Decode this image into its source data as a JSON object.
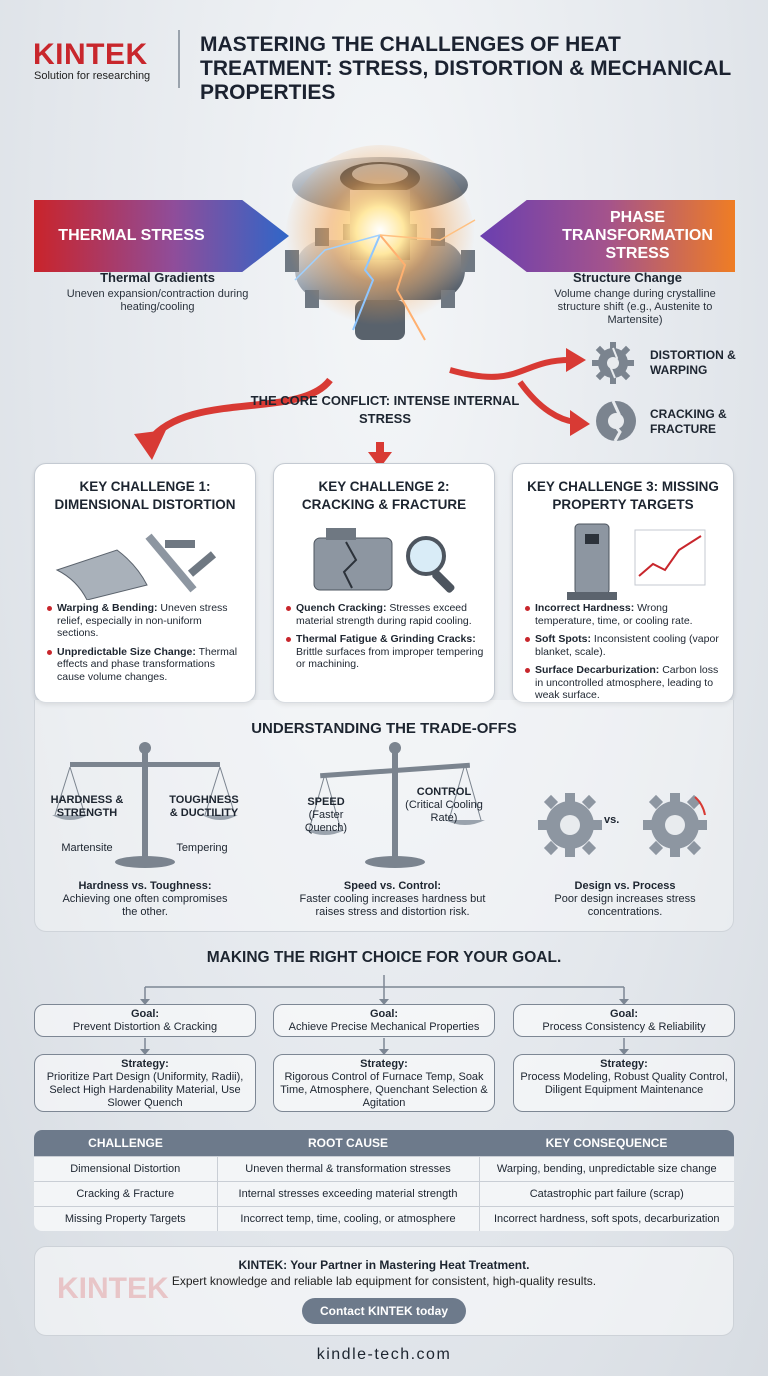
{
  "header": {
    "logo": "KINTEK",
    "tagline": "Solution for researching",
    "title": "MASTERING THE CHALLENGES OF HEAT TREATMENT: STRESS, DISTORTION & MECHANICAL PROPERTIES"
  },
  "hero": {
    "thermal_arrow": "THERMAL STRESS",
    "thermal_heading": "Thermal Gradients",
    "thermal_text": "Uneven expansion/contraction during heating/cooling",
    "phase_arrow": "PHASE TRANSFORMATION STRESS",
    "phase_heading": "Structure Change",
    "phase_text": "Volume change during crystalline structure shift (e.g., Austenite to Martensite)",
    "core_conflict": "THE CORE CONFLICT: INTENSE INTERNAL STRESS",
    "effect_distortion": "DISTORTION & WARPING",
    "effect_cracking": "CRACKING & FRACTURE"
  },
  "challenges": [
    {
      "title": "KEY CHALLENGE 1: DIMENSIONAL DISTORTION",
      "items": [
        {
          "bold": "Warping & Bending:",
          "text": " Uneven stress relief, especially in non-uniform sections."
        },
        {
          "bold": "Unpredictable Size Change:",
          "text": " Thermal effects and phase transformations cause volume changes."
        }
      ]
    },
    {
      "title": "KEY CHALLENGE 2: CRACKING & FRACTURE",
      "items": [
        {
          "bold": "Quench Cracking:",
          "text": " Stresses exceed material strength during rapid cooling."
        },
        {
          "bold": "Thermal Fatigue & Grinding Cracks:",
          "text": " Brittle surfaces from improper tempering or machining."
        }
      ]
    },
    {
      "title": "KEY CHALLENGE 3: MISSING PROPERTY TARGETS",
      "items": [
        {
          "bold": "Incorrect Hardness:",
          "text": " Wrong temperature, time, or cooling rate."
        },
        {
          "bold": "Soft Spots:",
          "text": " Inconsistent cooling (vapor blanket, scale)."
        },
        {
          "bold": "Surface Decarburization:",
          "text": " Carbon loss in uncontrolled atmosphere, leading to weak surface."
        }
      ]
    }
  ],
  "tradeoffs": {
    "title": "UNDERSTANDING THE TRADE-OFFS",
    "hardness_label": "HARDNESS & STRENGTH",
    "toughness_label": "TOUGHNESS & DUCTILITY",
    "martensite": "Martensite",
    "tempering": "Tempering",
    "speed_label": "SPEED",
    "speed_sub": "(Faster Quench)",
    "control_label": "CONTROL",
    "control_sub": "(Critical Cooling Rate)",
    "vs": "vs.",
    "captions": [
      {
        "bold": "Hardness vs. Toughness:",
        "text": "Achieving one often compromises the other."
      },
      {
        "bold": "Speed vs. Control:",
        "text": "Faster cooling increases hardness but raises stress and distortion risk."
      },
      {
        "bold": "Design vs. Process",
        "text": "Poor design increases stress concentrations."
      }
    ]
  },
  "goals": {
    "title": "MAKING THE RIGHT CHOICE FOR YOUR GOAL.",
    "goal_label": "Goal:",
    "strategy_label": "Strategy:",
    "items": [
      {
        "goal": "Prevent Distortion & Cracking",
        "strategy": "Prioritize Part Design (Uniformity, Radii), Select High Hardenability Material, Use Slower Quench"
      },
      {
        "goal": "Achieve Precise Mechanical Properties",
        "strategy": "Rigorous Control of Furnace Temp, Soak Time, Atmosphere, Quenchant Selection & Agitation"
      },
      {
        "goal": "Process Consistency & Reliability",
        "strategy": "Process Modeling, Robust Quality Control, Diligent Equipment Maintenance"
      }
    ]
  },
  "table": {
    "headers": [
      "CHALLENGE",
      "ROOT CAUSE",
      "KEY CONSEQUENCE"
    ],
    "rows": [
      [
        "Dimensional Distortion",
        "Uneven thermal & transformation stresses",
        "Warping, bending, unpredictable size change"
      ],
      [
        "Cracking & Fracture",
        "Internal stresses exceeding material strength",
        "Catastrophic part failure (scrap)"
      ],
      [
        "Missing Property Targets",
        "Incorrect temp, time, cooling, or atmosphere",
        "Incorrect hardness, soft spots, decarburization"
      ]
    ]
  },
  "footer": {
    "watermark": "KINTEK",
    "headline": "KINTEK: Your Partner in Mastering Heat Treatment.",
    "subtext": "Expert knowledge and reliable lab equipment for consistent, high-quality results.",
    "button": "Contact KINTEK today",
    "url": "kindle-tech.com"
  },
  "colors": {
    "brand_red": "#c8262c",
    "thermal_blue": "#2f66c8",
    "phase_orange": "#ef7d24",
    "slate": "#6d7a8b"
  },
  "icons": [
    "gear-icon",
    "broken-gear-icon",
    "cracked-gear-icon",
    "bent-plate-icon",
    "caliper-icon",
    "cracked-engine-icon",
    "magnifier-icon",
    "hardness-tester-icon",
    "line-chart-icon",
    "balance-scale-icon"
  ]
}
